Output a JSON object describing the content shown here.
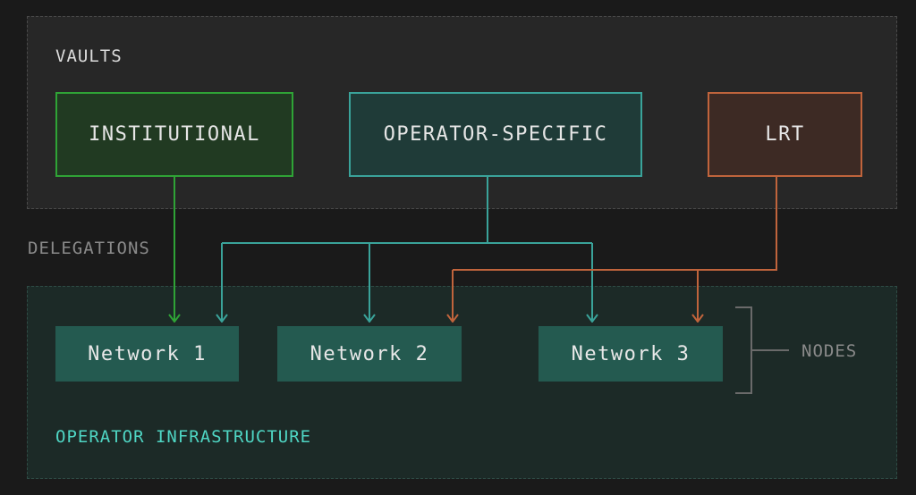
{
  "regions": {
    "vaults_label": "VAULTS",
    "delegations_label": "DELEGATIONS",
    "infrastructure_label": "OPERATOR INFRASTRUCTURE",
    "nodes_label": "NODES"
  },
  "vaults": {
    "institutional": "INSTITUTIONAL",
    "operator_specific": "OPERATOR-SPECIFIC",
    "lrt": "LRT"
  },
  "networks": {
    "network_1": "Network 1",
    "network_2": "Network 2",
    "network_3": "Network 3"
  },
  "colors": {
    "institutional": "#2fa336",
    "operator_specific": "#3aa39a",
    "lrt": "#c0643c",
    "network_fill": "#245a50",
    "infra_label": "#4fd6c4",
    "muted_label": "#8a8a8a"
  }
}
